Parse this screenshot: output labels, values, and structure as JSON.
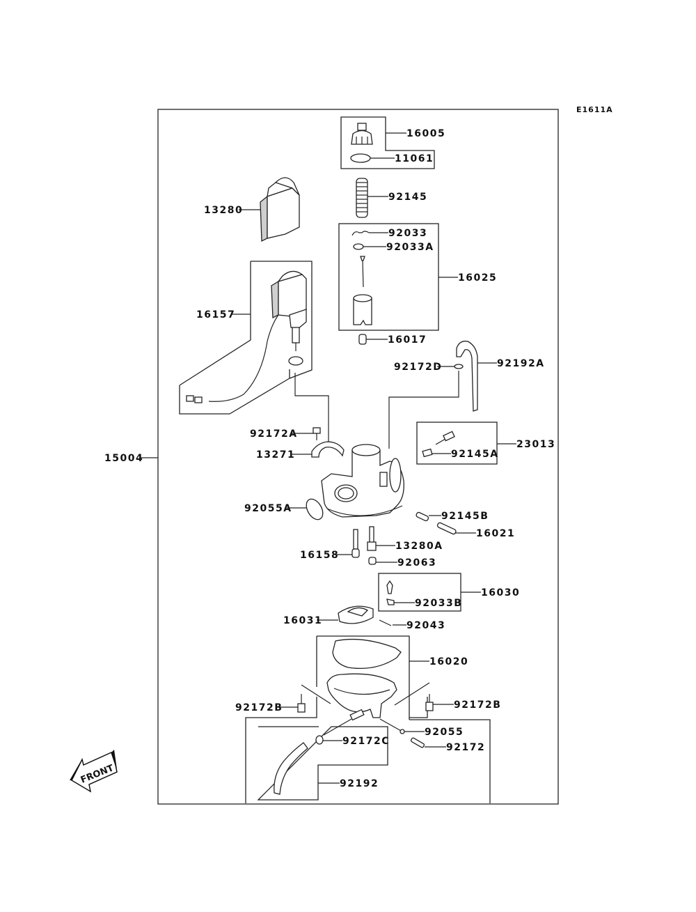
{
  "diagram_code": "E1611A",
  "direction_label": "FRONT",
  "assembly": {
    "part": "15004"
  },
  "parts": {
    "p16005": "16005",
    "p11061": "11061",
    "p92145": "92145",
    "p13280": "13280",
    "p92033": "92033",
    "p92033A": "92033A",
    "p16025": "16025",
    "p16157": "16157",
    "p16017": "16017",
    "p92172D": "92172D",
    "p92192A": "92192A",
    "p23013": "23013",
    "p92145A": "92145A",
    "p92172A": "92172A",
    "p13271": "13271",
    "p92055A": "92055A",
    "p92145B": "92145B",
    "p16021": "16021",
    "p13280A": "13280A",
    "p16158": "16158",
    "p92063": "92063",
    "p16030": "16030",
    "p92033B": "92033B",
    "p16031": "16031",
    "p92043": "92043",
    "p16020": "16020",
    "p92172B_left": "92172B",
    "p92172B_right": "92172B",
    "p92055": "92055",
    "p92172C": "92172C",
    "p92172": "92172",
    "p92192": "92192"
  }
}
